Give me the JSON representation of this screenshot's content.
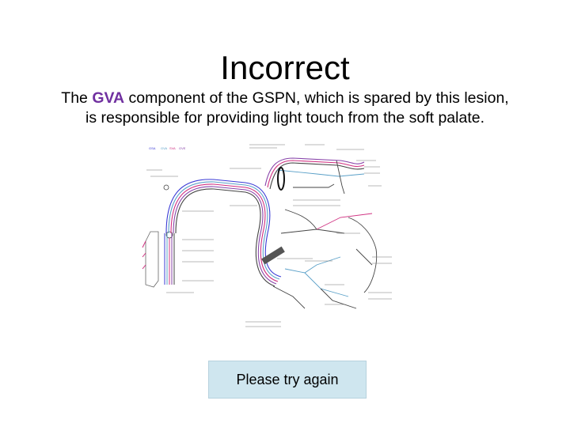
{
  "slide": {
    "title": "Incorrect",
    "explanation": {
      "prefix": "The ",
      "highlight": "GVA",
      "line1_rest": " component of the GSPN, which is spared by this lesion,",
      "line2": "is responsible for providing light touch from the soft palate."
    },
    "retry_button": "Please try again"
  },
  "diagram": {
    "legend": [
      "GSA",
      "GVA",
      "SVA",
      "GVE"
    ],
    "colors": {
      "gsa": "#3b3bd6",
      "gva": "#5aa0c8",
      "sva": "#d03080",
      "gve": "#8844aa",
      "nerve_outline": "#444444",
      "lesion": "#555555",
      "highlight_title": "#7030a0",
      "button_bg": "#cfe6ef"
    }
  }
}
